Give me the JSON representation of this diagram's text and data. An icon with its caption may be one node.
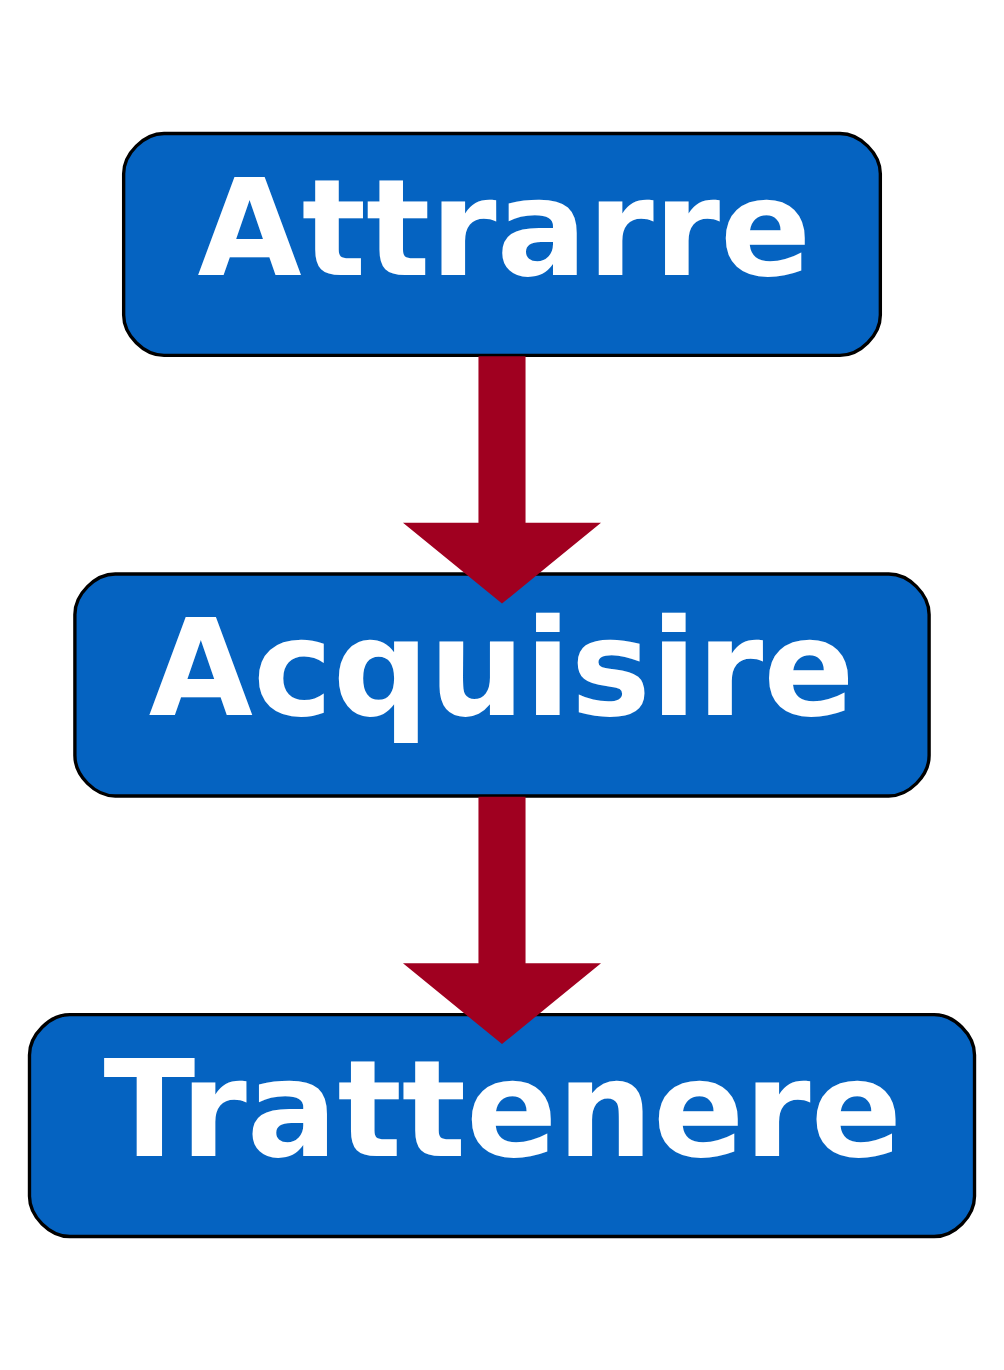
{
  "diagram": {
    "nodes": [
      {
        "text": [
          "Attrarre"
        ]
      },
      {
        "text": [
          "Acquisire"
        ]
      },
      {
        "text": [
          "Trattenere"
        ]
      }
    ],
    "edges": [
      {
        "from": 0,
        "to": 1,
        "arrow": "to"
      },
      {
        "from": 1,
        "to": 2,
        "arrow": "to"
      }
    ]
  }
}
